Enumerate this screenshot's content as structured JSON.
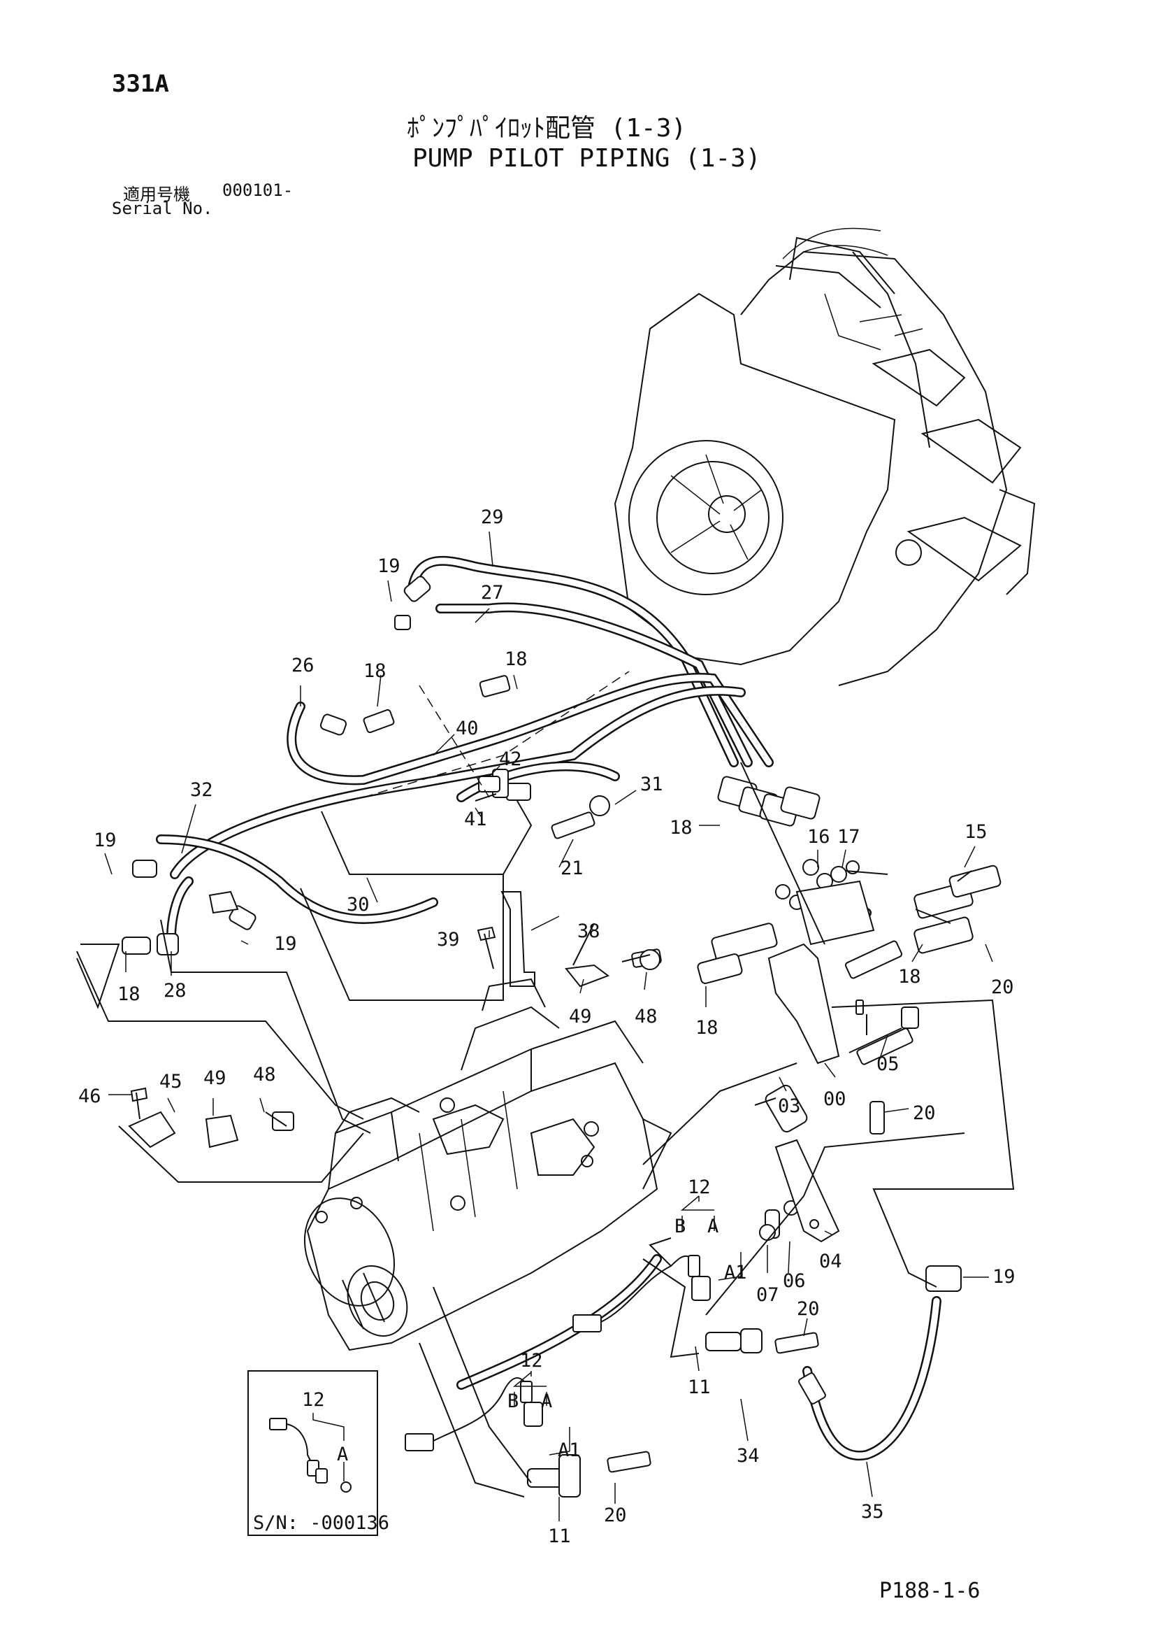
{
  "header": {
    "page_code": "331A",
    "title_jp": "ﾎﾟﾝﾌﾟﾊﾟｲﾛｯﾄ配管 (1-3)",
    "title_en": "PUMP PILOT PIPING (1-3)",
    "serial_label_jp": "適用号機",
    "serial_value": "000101-",
    "serial_label_en": "Serial No."
  },
  "callouts": [
    "29",
    "19",
    "27",
    "18",
    "26",
    "18",
    "40",
    "42",
    "31",
    "32",
    "19",
    "41",
    "21",
    "18",
    "16",
    "17",
    "15",
    "30",
    "19",
    "39",
    "38",
    "18",
    "28",
    "49",
    "48",
    "18",
    "18",
    "20",
    "05",
    "46",
    "45",
    "49",
    "48",
    "03",
    "00",
    "20",
    "12",
    "B",
    "A",
    "A1",
    "04",
    "06",
    "07",
    "19",
    "20",
    "11",
    "12",
    "B",
    "A",
    "A1",
    "34",
    "35",
    "20",
    "11",
    "12",
    "A"
  ],
  "inset": {
    "callout": "12",
    "letter": "A",
    "serial_note": "S/N: -000136"
  },
  "footer": {
    "ref_code": "P188-1-6"
  }
}
